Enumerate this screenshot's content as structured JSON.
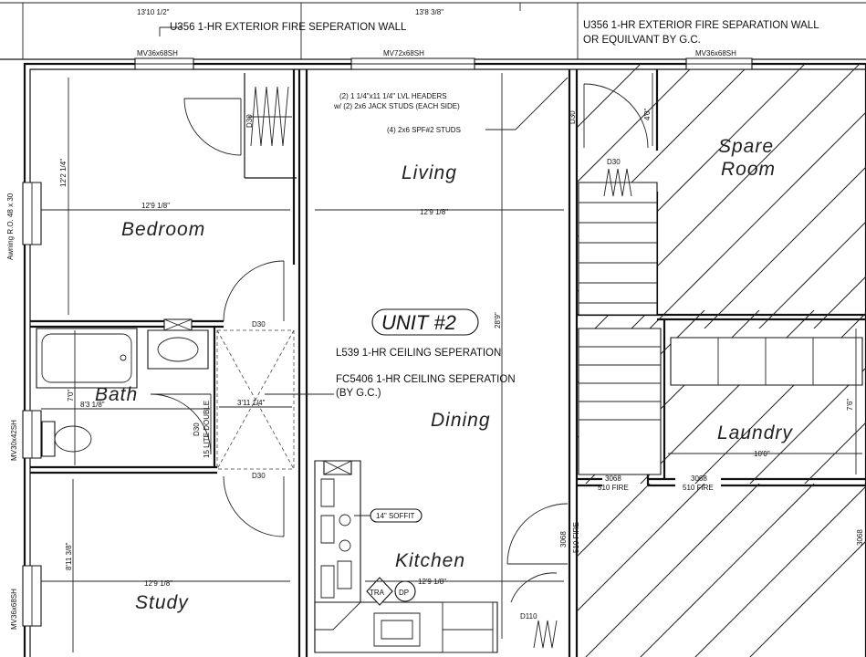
{
  "header": {
    "dim_left": "13'10 1/2\"",
    "dim_mid": "13'8 3/8\"",
    "note_left": "U356 1-HR EXTERIOR FIRE SEPERATION WALL",
    "note_right_1": "U356 1-HR EXTERIOR FIRE SEPARATION WALL",
    "note_right_2": "OR EQUILVANT BY G.C."
  },
  "windows": {
    "bedroom_top": "MV36x68SH",
    "living_top": "MV72x68SH",
    "spare_top": "MV36x68SH",
    "bedroom_side": "Awning R.O. 48 x 30",
    "bath_side": "MV30x42SH",
    "study_side": "MV36x68SH"
  },
  "rooms": {
    "bedroom": "Bedroom",
    "living": "Living",
    "spare_1": "Spare",
    "spare_2": "Room",
    "bath": "Bath",
    "dining": "Dining",
    "laundry": "Laundry",
    "kitchen": "Kitchen",
    "study": "Study",
    "unit": "UNIT #2"
  },
  "dimensions": {
    "bedroom_width": "12'9 1/8\"",
    "bedroom_height": "12'2 1/4\"",
    "living_width": "12'9 1/8\"",
    "unit_height": "28'9\"",
    "bath_width": "8'3 1/8\"",
    "bath_height": "7'0\"",
    "hall_width": "3'11 1/4\"",
    "study_height": "8'11 3/8\"",
    "study_width": "12'9 1/8\"",
    "kitchen_width": "12'9 1/8\"",
    "laundry_width": "10'0\"",
    "laundry_height": "7'6\"",
    "spare_small": "4'0\""
  },
  "notes": {
    "headers_1": "(2) 1 1/4\"x11 1/4\" LVL HEADERS",
    "headers_2": "w/ (2) 2x6 JACK STUDS (EACH SIDE)",
    "studs": "(4) 2x6 SPF#2 STUDS",
    "ceiling_1": "L539 1-HR CEILING SEPERATION",
    "ceiling_2": "FC5406 1-HR CEILING SEPERATION",
    "ceiling_3": "(BY G.C.)",
    "soffit": "14\" SOFFIT",
    "tra": "TRA",
    "dp": "DP"
  },
  "doors": {
    "d30_a": "D30",
    "d30_b": "D30",
    "d30_c": "D30",
    "d30_d": "D30",
    "d30_e": "D30",
    "d30_f": "D30",
    "lite": "15 LITE DOUBLE",
    "d3068_a": "3068",
    "fire_a": "510 FIRE",
    "d3068_b": "3068",
    "fire_b": "510 FIRE",
    "d3068_c": "3068",
    "fire_c": "510 FIRE",
    "d3068_d": "3068",
    "d110": "D110"
  }
}
